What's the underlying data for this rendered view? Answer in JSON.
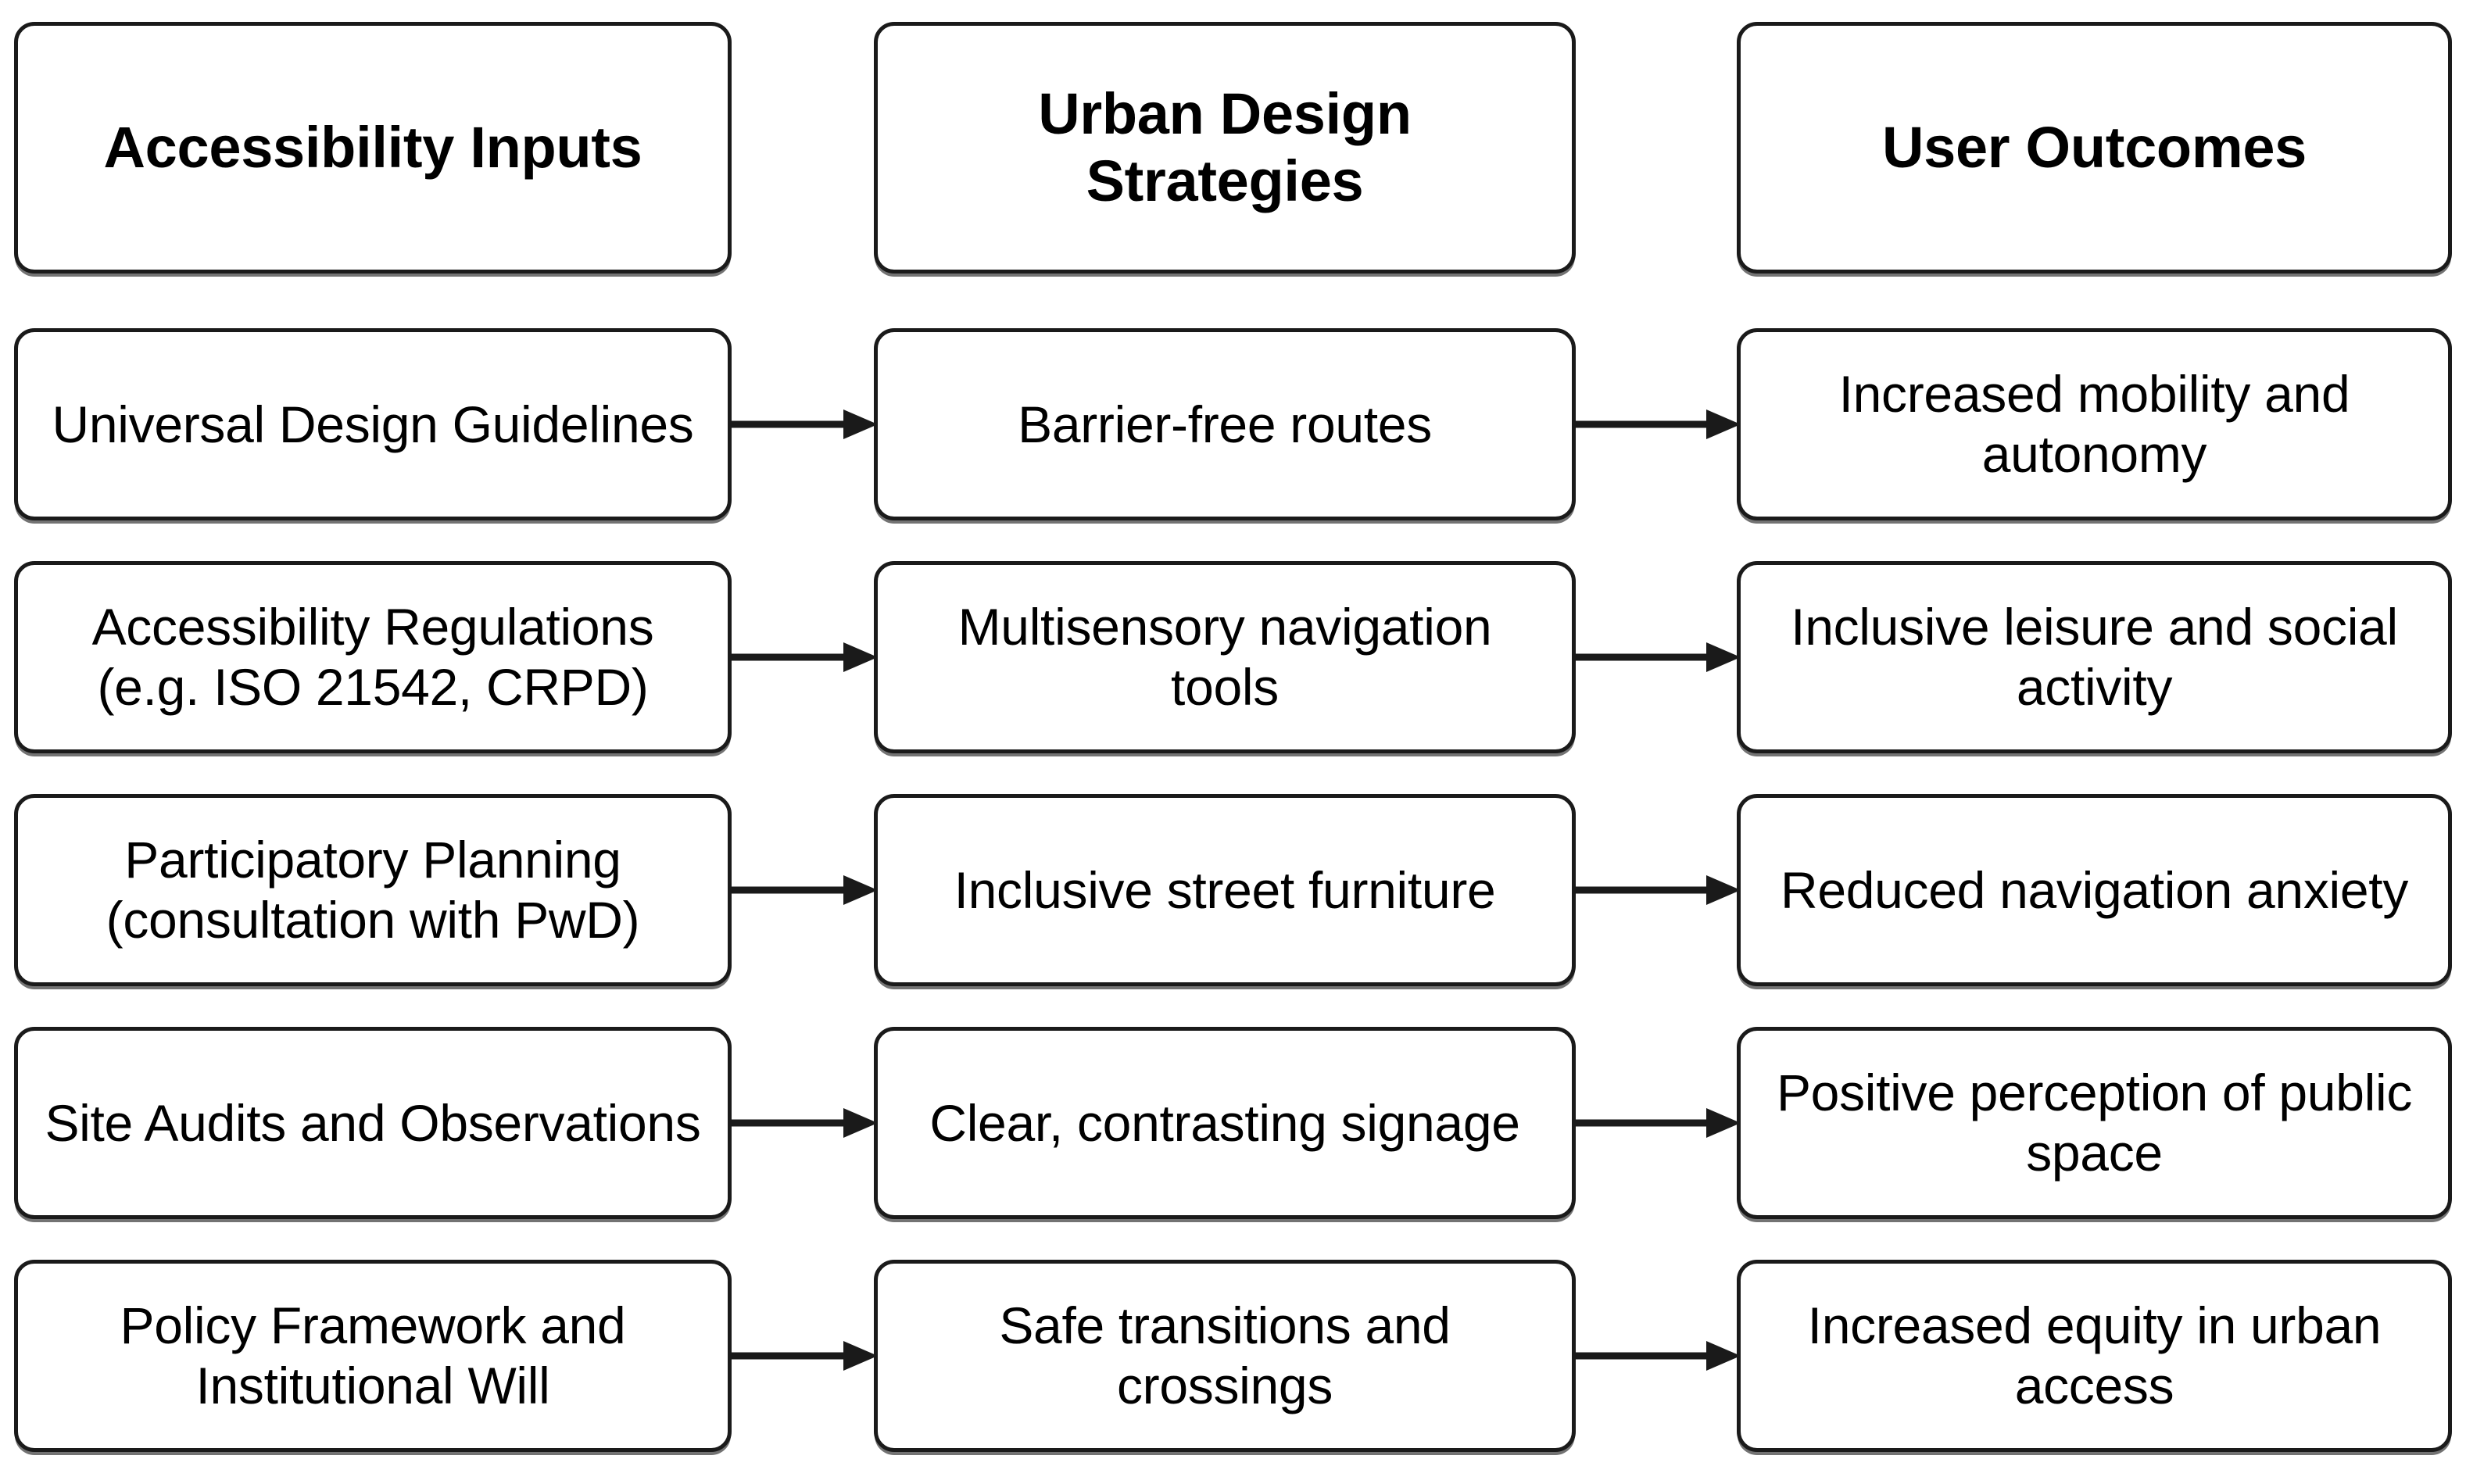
{
  "diagram": {
    "type": "three-column-flow",
    "title_row": {
      "columns": [
        {
          "label": "Accessibility Inputs"
        },
        {
          "label": "Urban Design Strategies"
        },
        {
          "label": "User Outcomes"
        }
      ]
    },
    "rows": [
      {
        "input": "Universal Design Guidelines",
        "strategy": "Barrier-free routes",
        "outcome": "Increased mobility and autonomy"
      },
      {
        "input": "Accessibility Regulations (e.g. ISO 21542, CRPD)",
        "strategy": "Multisensory navigation tools",
        "outcome": "Inclusive leisure and social activity"
      },
      {
        "input": "Participatory Planning (consultation with PwD)",
        "strategy": "Inclusive street furniture",
        "outcome": "Reduced navigation anxiety"
      },
      {
        "input": "Site Audits and Observations",
        "strategy": "Clear, contrasting signage",
        "outcome": "Positive perception of public space"
      },
      {
        "input": "Policy Framework and Institutional Will",
        "strategy": "Safe transitions and crossings",
        "outcome": "Increased equity in urban access"
      }
    ],
    "connector": {
      "icon": "right-arrow-icon",
      "direction": "left-to-right",
      "count": 10
    },
    "colors": {
      "background": "#ffffff",
      "box_fill": "#ffffff",
      "stroke": "#1a1a1a",
      "text": "#000000"
    }
  }
}
